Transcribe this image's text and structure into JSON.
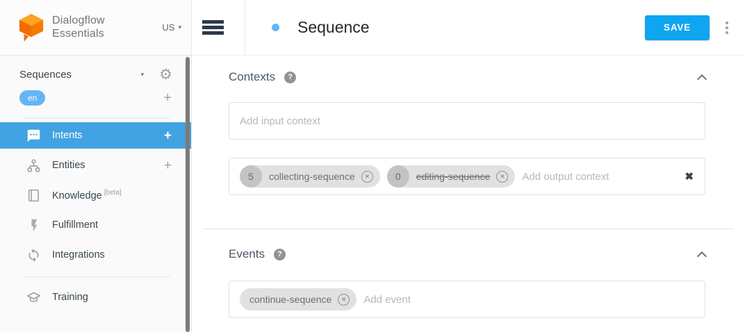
{
  "brand": {
    "line1": "Dialogflow",
    "line2": "Essentials",
    "region": "US"
  },
  "sidebar": {
    "agent_name": "Sequences",
    "language_chip": "en",
    "items": [
      {
        "label": "Intents"
      },
      {
        "label": "Entities"
      },
      {
        "label": "Knowledge",
        "badge": "[beta]"
      },
      {
        "label": "Fulfillment"
      },
      {
        "label": "Integrations"
      },
      {
        "label": "Training"
      }
    ]
  },
  "header": {
    "title": "Sequence",
    "save_label": "SAVE"
  },
  "sections": {
    "contexts": {
      "heading": "Contexts",
      "input_placeholder": "Add input context",
      "output_placeholder": "Add output context",
      "output_chips": [
        {
          "lifespan": "5",
          "name": "collecting-sequence",
          "strikethrough": false
        },
        {
          "lifespan": "0",
          "name": "editing-sequence",
          "strikethrough": true
        }
      ]
    },
    "events": {
      "heading": "Events",
      "placeholder": "Add event",
      "chips": [
        {
          "name": "continue-sequence"
        }
      ]
    }
  },
  "glyphs": {
    "plus": "+",
    "caret_down": "▾",
    "gear": "⚙",
    "question": "?",
    "chip_close": "✕",
    "clear": "✖"
  },
  "colors": {
    "selected_nav": "#42a3e2",
    "save_button": "#0ea5f1",
    "language_chip": "#64b5f6",
    "intent_dot": "#64b5f6",
    "logo_orange": "#ff9800"
  }
}
